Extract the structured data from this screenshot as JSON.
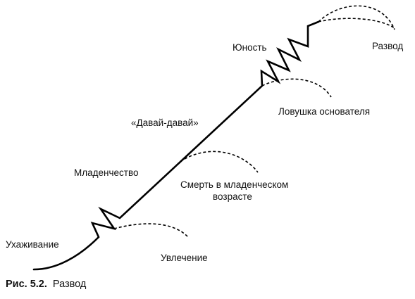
{
  "diagram": {
    "labels": {
      "courtship": "Ухаживание",
      "infatuation": "Увлечение",
      "infancy": "Младенчество",
      "infant_mortality_line1": "Смерть в младенческом",
      "infant_mortality_line2": "возрасте",
      "go_go": "«Давай-давай»",
      "founder_trap": "Ловушка основателя",
      "adolescence": "Юность",
      "divorce": "Развод"
    }
  },
  "caption": {
    "figure_number": "Рис. 5.2.",
    "title": "Развод"
  }
}
